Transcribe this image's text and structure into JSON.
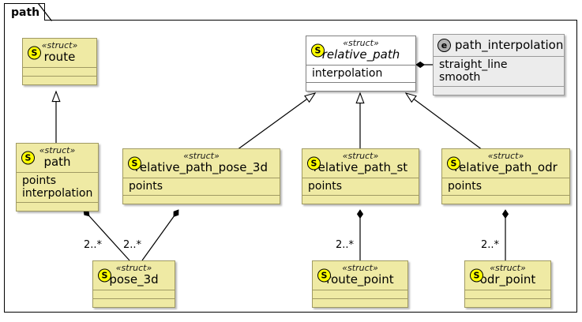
{
  "diagram": {
    "kind": "uml-class-diagram",
    "package_label": "path",
    "stereotype_struct": "« struct »",
    "colors": {
      "struct_fill": "#efeaa4",
      "struct_border": "#a09a63",
      "abstract_fill": "#ffffff",
      "abstract_border": "#808080",
      "enum_fill": "#ececec",
      "enum_border": "#9a9a9a",
      "struct_badge": "#fcfc00",
      "enum_badge": "#b0b0b0",
      "line": "#000000",
      "background": "#ffffff"
    }
  },
  "classes": [
    {
      "id": "route",
      "name": "route",
      "stereotype": "«struct»",
      "badge": "S",
      "kind": "struct",
      "attributes": [],
      "empty_sections": 2
    },
    {
      "id": "relative_path",
      "name": "relative_path",
      "stereotype": "«struct»",
      "badge": "S",
      "kind": "abstract",
      "attributes": [
        "interpolation"
      ],
      "empty_sections": 1
    },
    {
      "id": "path_interpolation",
      "name": "path_interpolation",
      "stereotype": "",
      "badge": "e",
      "kind": "enum",
      "attributes": [
        "straight_line",
        "smooth"
      ],
      "empty_sections": 1
    },
    {
      "id": "path",
      "name": "path",
      "stereotype": "«struct»",
      "badge": "S",
      "kind": "struct",
      "attributes": [
        "points",
        "interpolation"
      ],
      "empty_sections": 1
    },
    {
      "id": "relative_path_pose_3d",
      "name": "relative_path_pose_3d",
      "stereotype": "«struct»",
      "badge": "S",
      "kind": "struct",
      "attributes": [
        "points"
      ],
      "empty_sections": 1
    },
    {
      "id": "relative_path_st",
      "name": "relative_path_st",
      "stereotype": "«struct»",
      "badge": "S",
      "kind": "struct",
      "attributes": [
        "points"
      ],
      "empty_sections": 1
    },
    {
      "id": "relative_path_odr",
      "name": "relative_path_odr",
      "stereotype": "«struct»",
      "badge": "S",
      "kind": "struct",
      "attributes": [
        "points"
      ],
      "empty_sections": 1
    },
    {
      "id": "pose_3d",
      "name": "pose_3d",
      "stereotype": "«struct»",
      "badge": "S",
      "kind": "struct",
      "attributes": [],
      "empty_sections": 2
    },
    {
      "id": "route_point",
      "name": "route_point",
      "stereotype": "«struct»",
      "badge": "S",
      "kind": "struct",
      "attributes": [],
      "empty_sections": 2
    },
    {
      "id": "odr_point",
      "name": "odr_point",
      "stereotype": "«struct»",
      "badge": "S",
      "kind": "struct",
      "attributes": [],
      "empty_sections": 2
    }
  ],
  "relations": [
    {
      "id": "r1",
      "type": "generalization",
      "from": "path",
      "to": "route",
      "label": ""
    },
    {
      "id": "r2",
      "type": "composition",
      "from": "relative_path",
      "to": "path_interpolation",
      "label": ""
    },
    {
      "id": "r3",
      "type": "generalization",
      "from": "relative_path_pose_3d",
      "to": "relative_path",
      "label": ""
    },
    {
      "id": "r4",
      "type": "generalization",
      "from": "relative_path_st",
      "to": "relative_path",
      "label": ""
    },
    {
      "id": "r5",
      "type": "generalization",
      "from": "relative_path_odr",
      "to": "relative_path",
      "label": ""
    },
    {
      "id": "r6",
      "type": "composition",
      "from": "path",
      "to": "pose_3d",
      "label": "2..*"
    },
    {
      "id": "r7",
      "type": "composition",
      "from": "relative_path_pose_3d",
      "to": "pose_3d",
      "label": "2..*"
    },
    {
      "id": "r8",
      "type": "composition",
      "from": "relative_path_st",
      "to": "route_point",
      "label": "2..*"
    },
    {
      "id": "r9",
      "type": "composition",
      "from": "relative_path_odr",
      "to": "odr_point",
      "label": "2..*"
    }
  ],
  "multiplicity_labels": [
    {
      "id": "m_path_pose3d",
      "text": "2..*"
    },
    {
      "id": "m_rpp3d_pose3d",
      "text": "2..*"
    },
    {
      "id": "m_st_routepoint",
      "text": "2..*"
    },
    {
      "id": "m_odr_odrpoint",
      "text": "2..*"
    }
  ]
}
